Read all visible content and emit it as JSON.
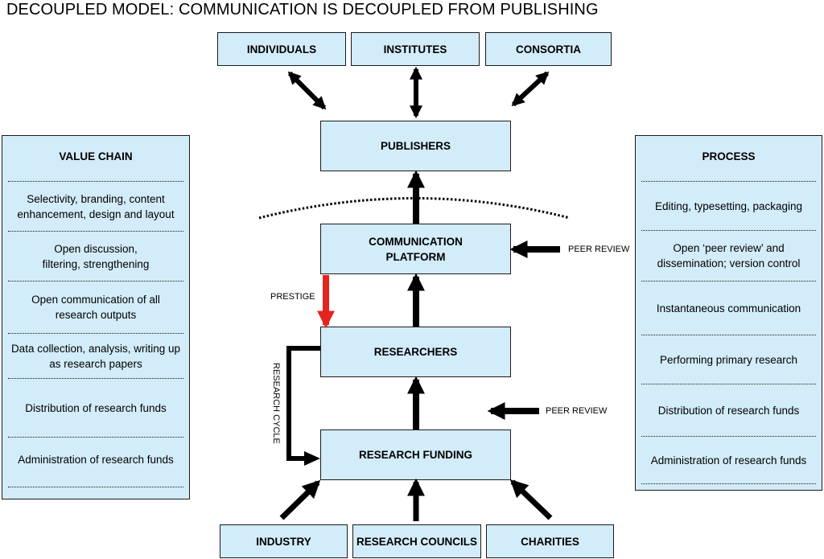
{
  "title": "DECOUPLED MODEL: COMMUNICATION IS DECOUPLED FROM PUBLISHING",
  "top_boxes": {
    "individuals": "INDIVIDUALS",
    "institutes": "INSTITUTES",
    "consortia": "CONSORTIA"
  },
  "center_boxes": {
    "publishers": "PUBLISHERS",
    "communication_platform": "COMMUNICATION\nPLATFORM",
    "researchers": "RESEARCHERS",
    "research_funding": "RESEARCH FUNDING"
  },
  "bottom_boxes": {
    "industry": "INDUSTRY",
    "research_councils": "RESEARCH COUNCILS",
    "charities": "CHARITIES"
  },
  "labels": {
    "peer_review_top": "PEER REVIEW",
    "peer_review_bottom": "PEER REVIEW",
    "prestige": "PRESTIGE",
    "research_cycle": "RESEARCH CYCLE"
  },
  "value_chain": {
    "heading": "VALUE CHAIN",
    "rows": [
      "Selectivity, branding, content enhancement, design and layout",
      "Open discussion, filtering, strengthening",
      "Open communication of all research outputs",
      "Data collection, analysis, writing up as research papers",
      "Distribution of research funds",
      "Administration of research funds"
    ]
  },
  "process": {
    "heading": "PROCESS",
    "rows": [
      "Editing, typesetting, packaging",
      "Open ‘peer review’ and dissemination; version control",
      "Instantaneous communication",
      "Performing primary research",
      "Distribution of research funds",
      "Administration of research funds"
    ]
  },
  "colors": {
    "box_fill": "#d3ecf9",
    "outline": "#1a1a1a",
    "arrow": "#000000",
    "prestige_arrow": "#e52420"
  }
}
